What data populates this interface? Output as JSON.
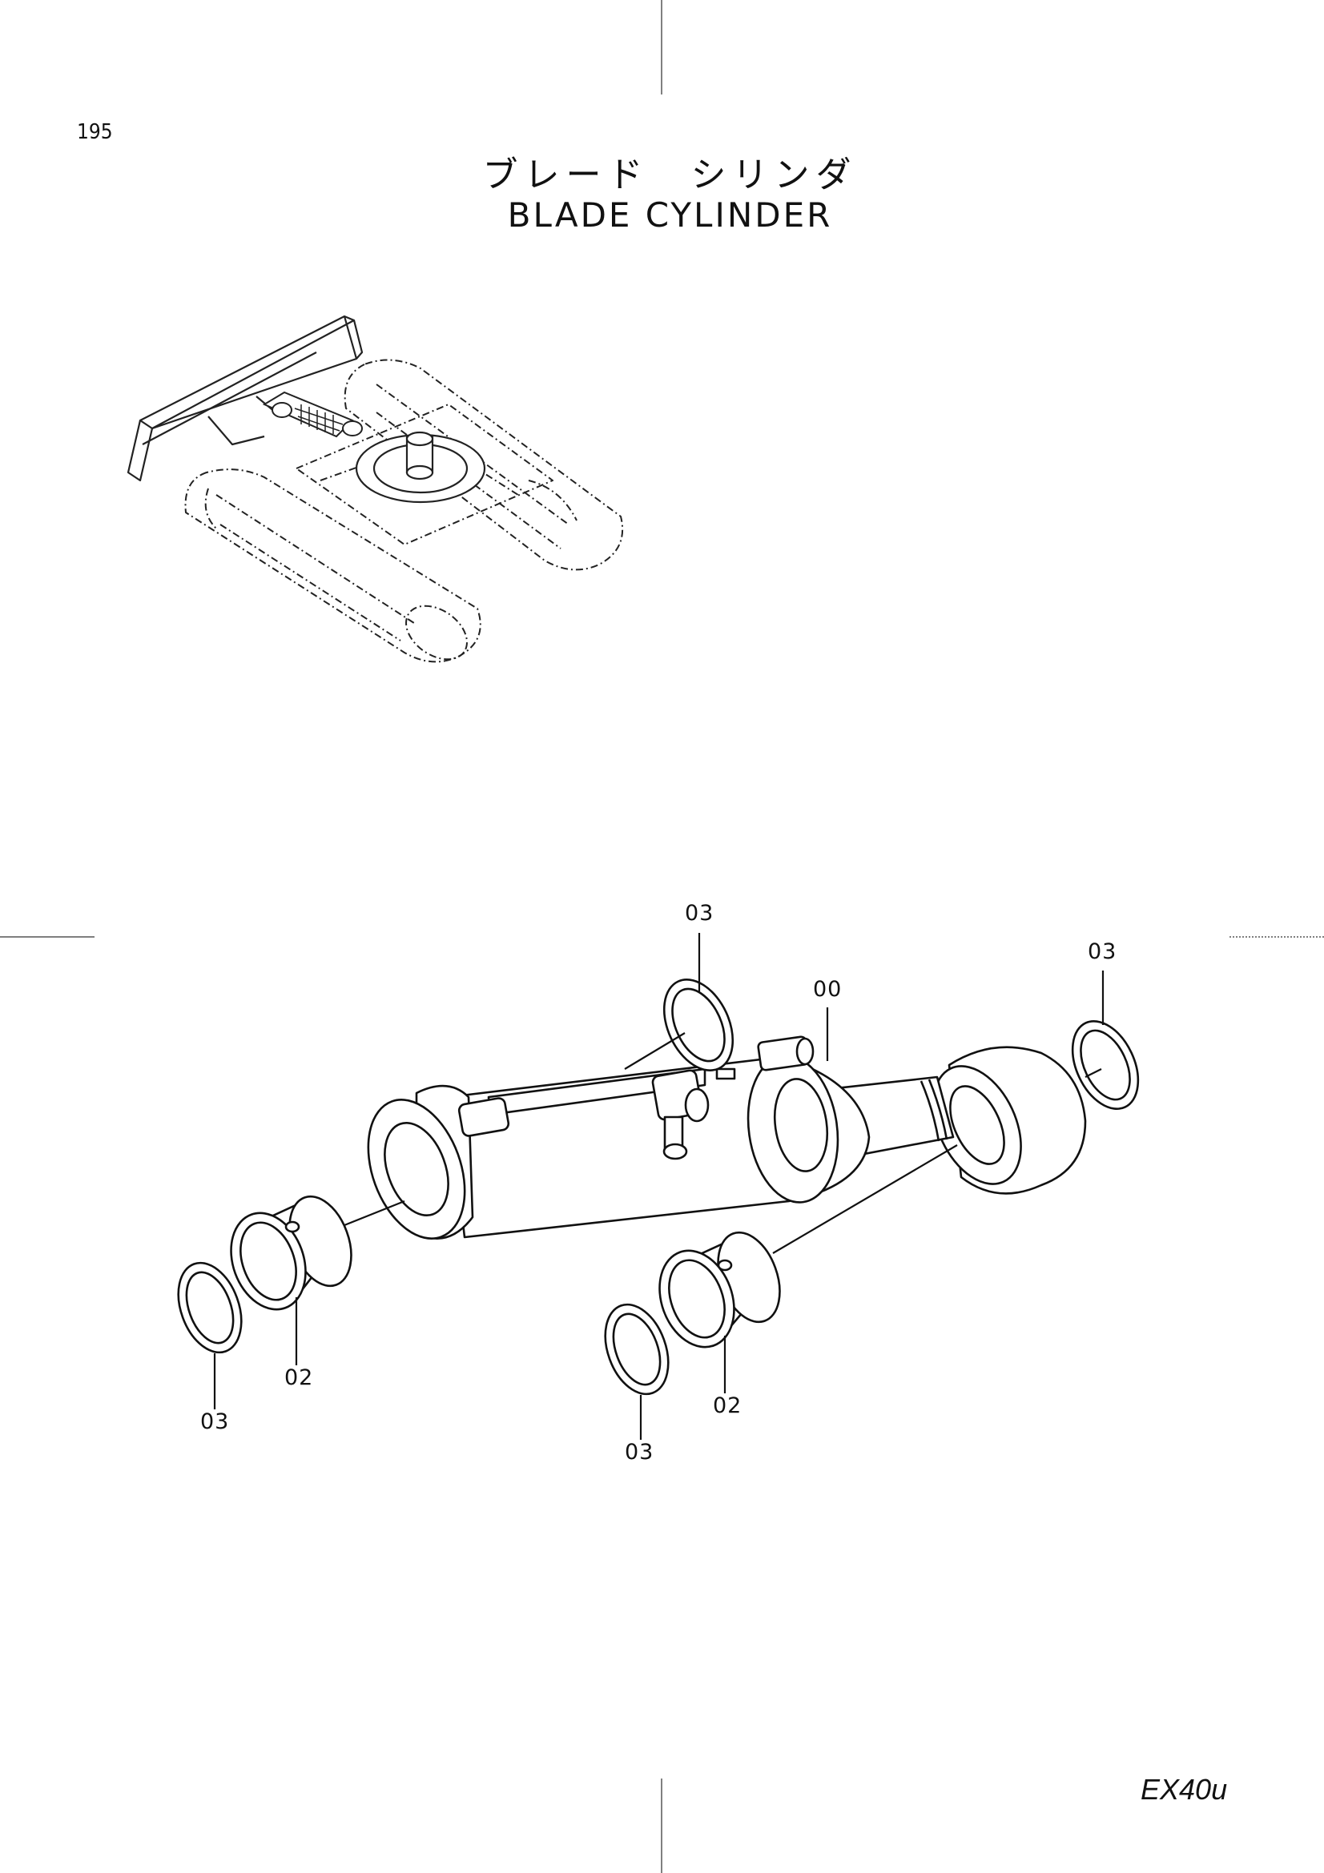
{
  "page": {
    "page_number": "195",
    "title_jp": "ブレード　シリンダ",
    "title_en": "BLADE  CYLINDER",
    "model_code": "EX40u"
  },
  "callouts": {
    "c1": "03",
    "c2": "00",
    "c3": "03",
    "c4": "02",
    "c5": "03",
    "c6": "02",
    "c7": "03"
  }
}
